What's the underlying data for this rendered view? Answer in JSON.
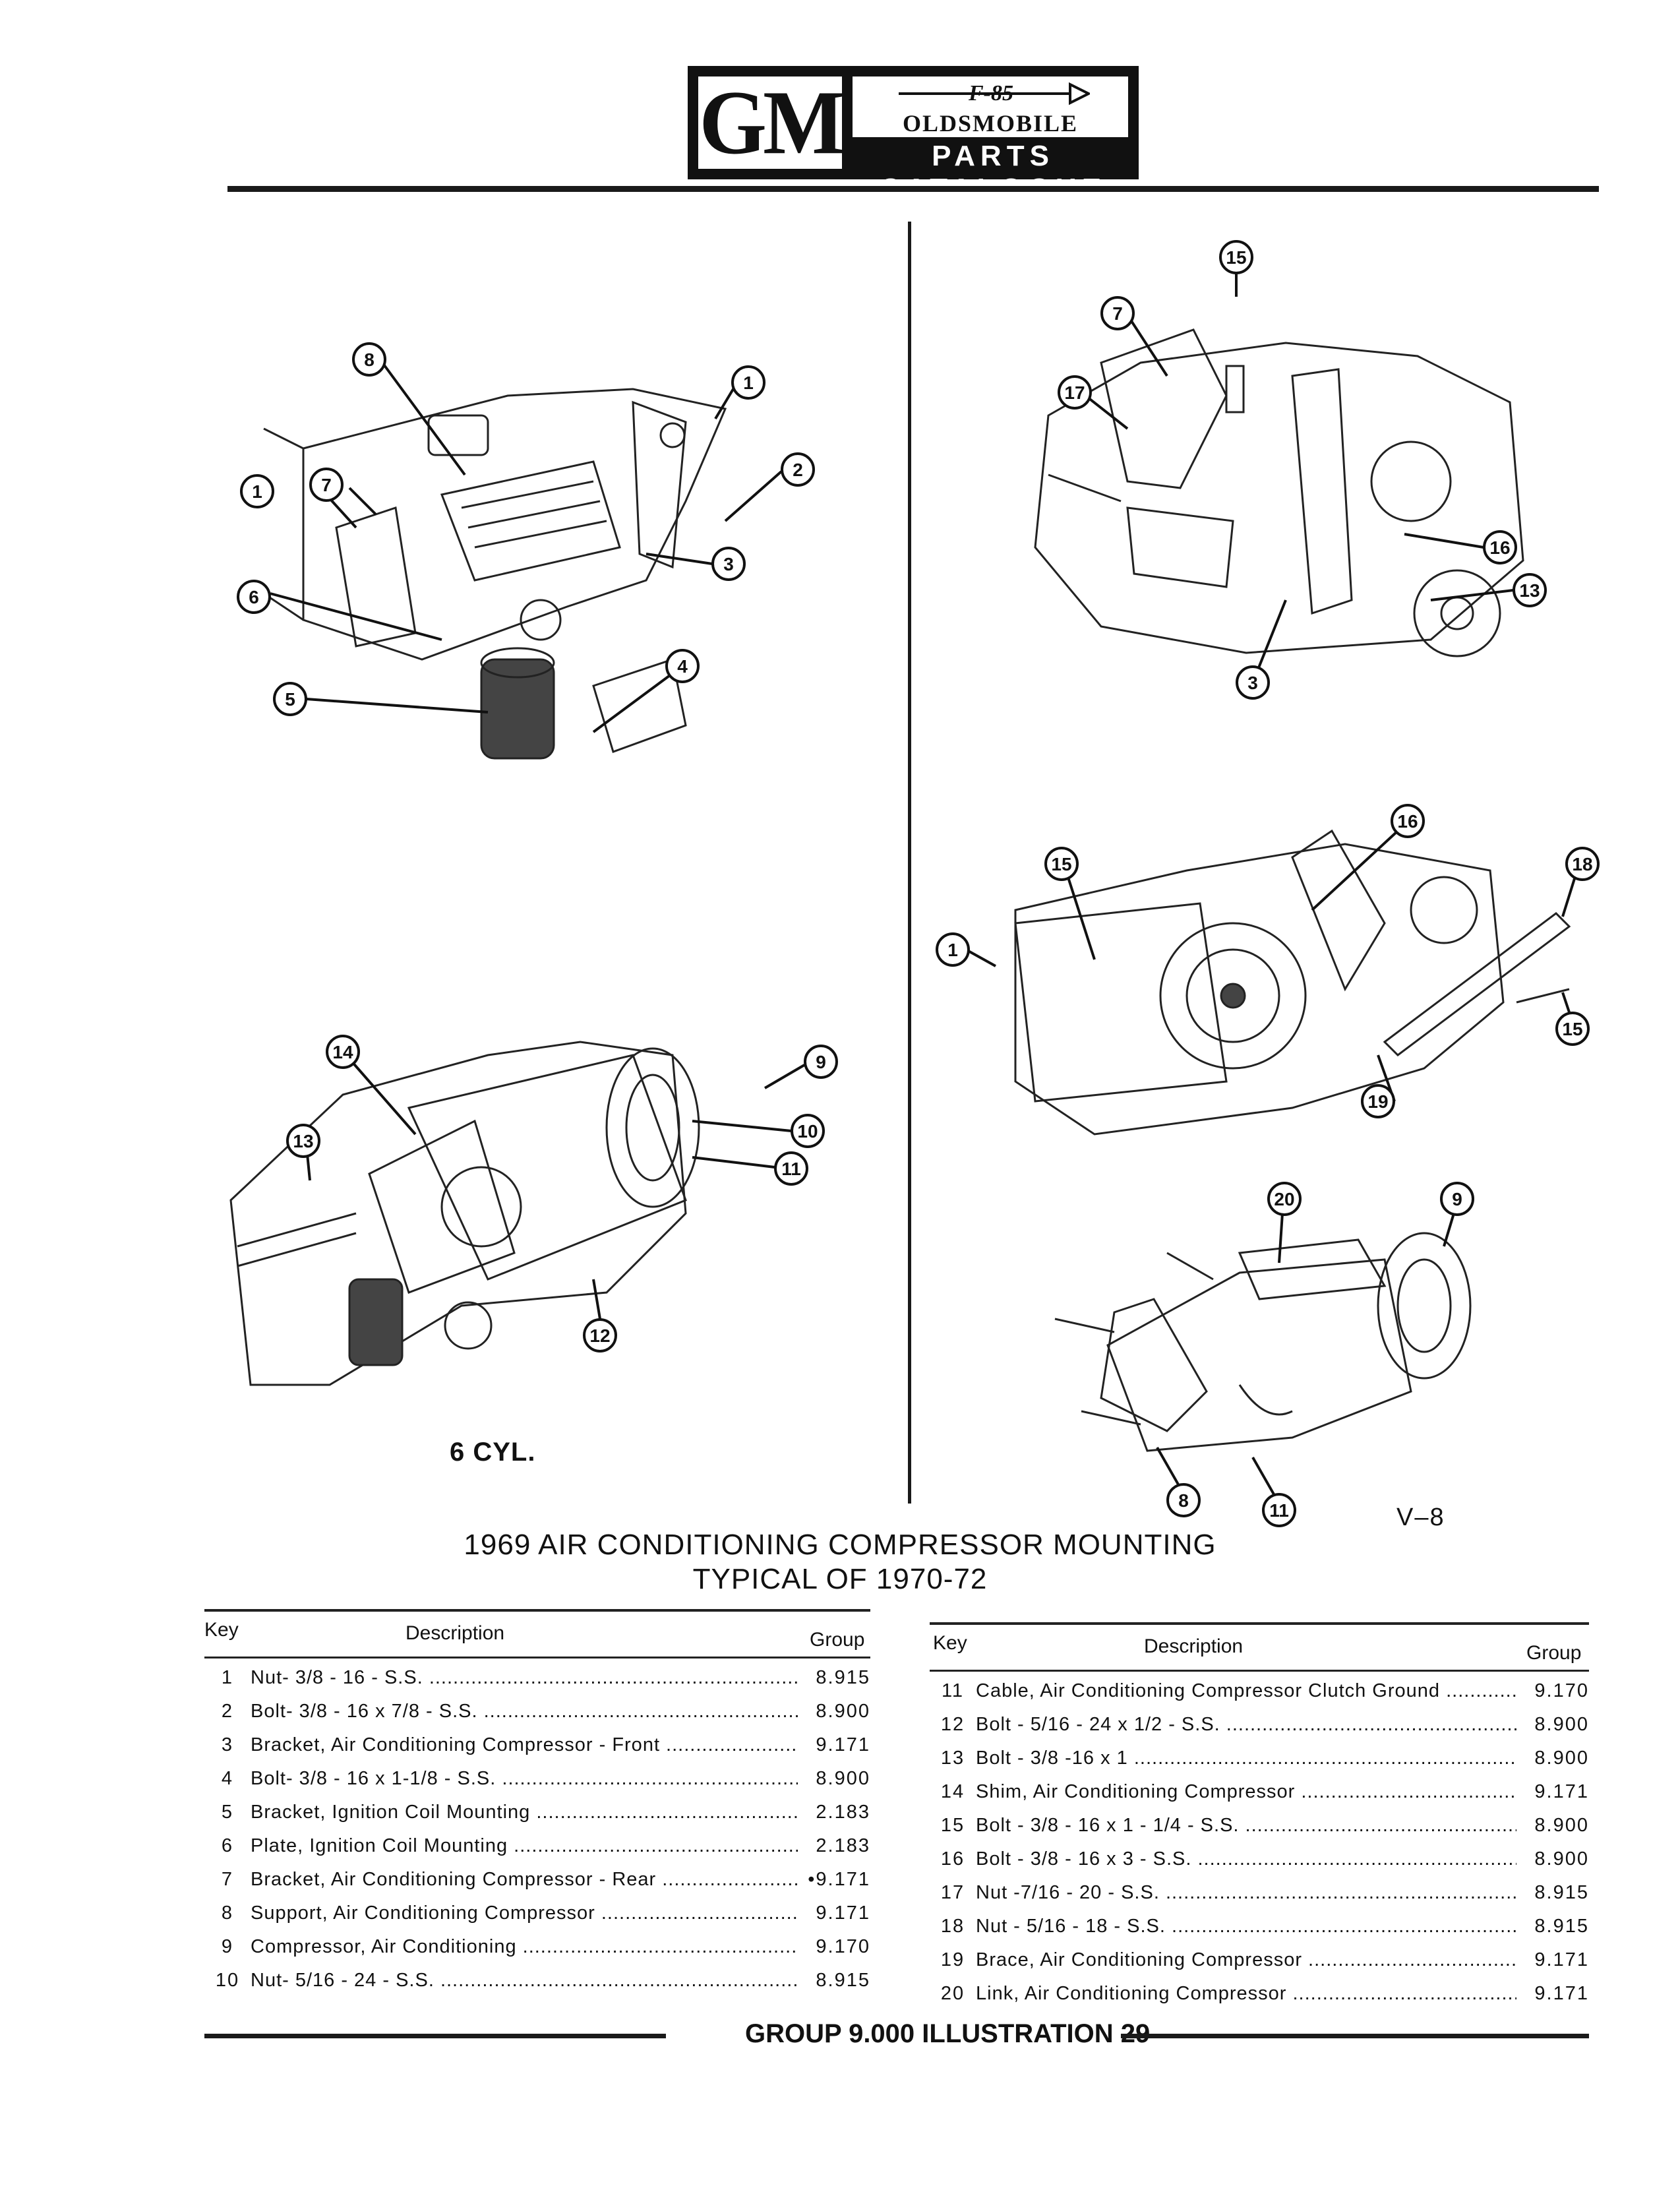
{
  "header": {
    "logo_gm": "GM",
    "logo_model": "F-85",
    "logo_make": "OLDSMOBILE",
    "logo_catalogue": "PARTS CATALOGUE"
  },
  "illustrations": {
    "label_6cyl": "6 CYL.",
    "label_v8": "V–8",
    "callouts_top_left": [
      "8",
      "1",
      "7",
      "1",
      "2",
      "6",
      "3",
      "4",
      "5"
    ],
    "callouts_top_right": [
      "15",
      "7",
      "17",
      "16",
      "13",
      "3"
    ],
    "callouts_mid_right": [
      "16",
      "15",
      "18",
      "1",
      "15",
      "19"
    ],
    "callouts_bottom_left": [
      "14",
      "9",
      "13",
      "10",
      "11",
      "12"
    ],
    "callouts_bottom_right": [
      "20",
      "9",
      "8",
      "11"
    ]
  },
  "title": {
    "line1": "1969 AIR CONDITIONING COMPRESSOR MOUNTING",
    "line2": "TYPICAL OF 1970-72"
  },
  "table": {
    "col_key": "Key",
    "col_description": "Description",
    "col_group": "Group",
    "left_rows": [
      {
        "key": "1",
        "description": "Nut- 3/8 - 16 - S.S.",
        "group": "8.915"
      },
      {
        "key": "2",
        "description": "Bolt- 3/8 - 16 x 7/8 - S.S.",
        "group": "8.900"
      },
      {
        "key": "3",
        "description": "Bracket, Air Conditioning Compressor - Front",
        "group": "9.171"
      },
      {
        "key": "4",
        "description": "Bolt- 3/8 - 16 x 1-1/8 - S.S.",
        "group": "8.900"
      },
      {
        "key": "5",
        "description": "Bracket, Ignition Coil Mounting",
        "group": "2.183"
      },
      {
        "key": "6",
        "description": "Plate, Ignition Coil Mounting",
        "group": "2.183"
      },
      {
        "key": "7",
        "description": "Bracket, Air Conditioning Compressor - Rear",
        "group": "•9.171"
      },
      {
        "key": "8",
        "description": "Support, Air Conditioning Compressor",
        "group": "9.171"
      },
      {
        "key": "9",
        "description": "Compressor, Air Conditioning",
        "group": "9.170"
      },
      {
        "key": "10",
        "description": "Nut- 5/16 - 24 - S.S.",
        "group": "8.915"
      }
    ],
    "right_rows": [
      {
        "key": "11",
        "description": "Cable, Air Conditioning Compressor Clutch Ground",
        "group": "9.170"
      },
      {
        "key": "12",
        "description": "Bolt - 5/16 - 24 x 1/2 - S.S.",
        "group": "8.900"
      },
      {
        "key": "13",
        "description": "Bolt - 3/8 -16 x 1",
        "group": "8.900"
      },
      {
        "key": "14",
        "description": "Shim, Air Conditioning Compressor",
        "group": "9.171"
      },
      {
        "key": "15",
        "description": "Bolt - 3/8 - 16 x 1 - 1/4 - S.S.",
        "group": "8.900"
      },
      {
        "key": "16",
        "description": "Bolt - 3/8 - 16 x 3 - S.S.",
        "group": "8.900"
      },
      {
        "key": "17",
        "description": "Nut -7/16 - 20 - S.S.",
        "group": "8.915"
      },
      {
        "key": "18",
        "description": "Nut - 5/16 - 18 - S.S.",
        "group": "8.915"
      },
      {
        "key": "19",
        "description": "Brace, Air Conditioning Compressor",
        "group": "9.171"
      },
      {
        "key": "20",
        "description": "Link, Air Conditioning Compressor",
        "group": "9.171"
      }
    ]
  },
  "footer": {
    "text": "GROUP 9.000 ILLUSTRATION 29"
  }
}
